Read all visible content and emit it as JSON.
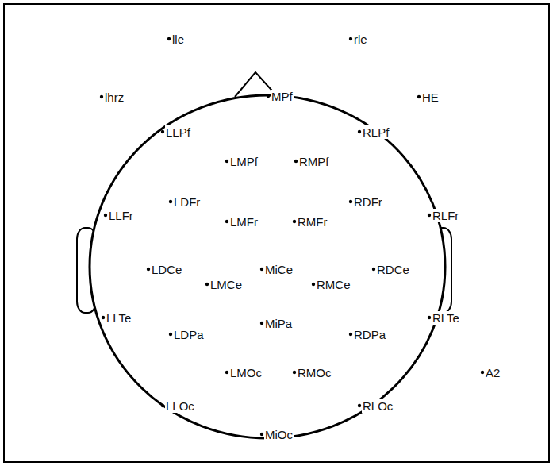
{
  "diagram": {
    "labels": [
      "lle",
      "rle",
      "lhrz",
      "HE",
      "MPf",
      "LLPf",
      "RLPf",
      "LMPf",
      "RMPf",
      "LDFr",
      "RDFr",
      "LLFr",
      "LMFr",
      "RMFr",
      "RLFr",
      "LDCe",
      "MiCe",
      "RDCe",
      "LMCe",
      "RMCe",
      "LLTe",
      "RLTe",
      "MiPa",
      "LDPa",
      "RDPa",
      "LMOc",
      "RMOc",
      "A2",
      "LLOc",
      "RLOc",
      "MiOc"
    ]
  }
}
